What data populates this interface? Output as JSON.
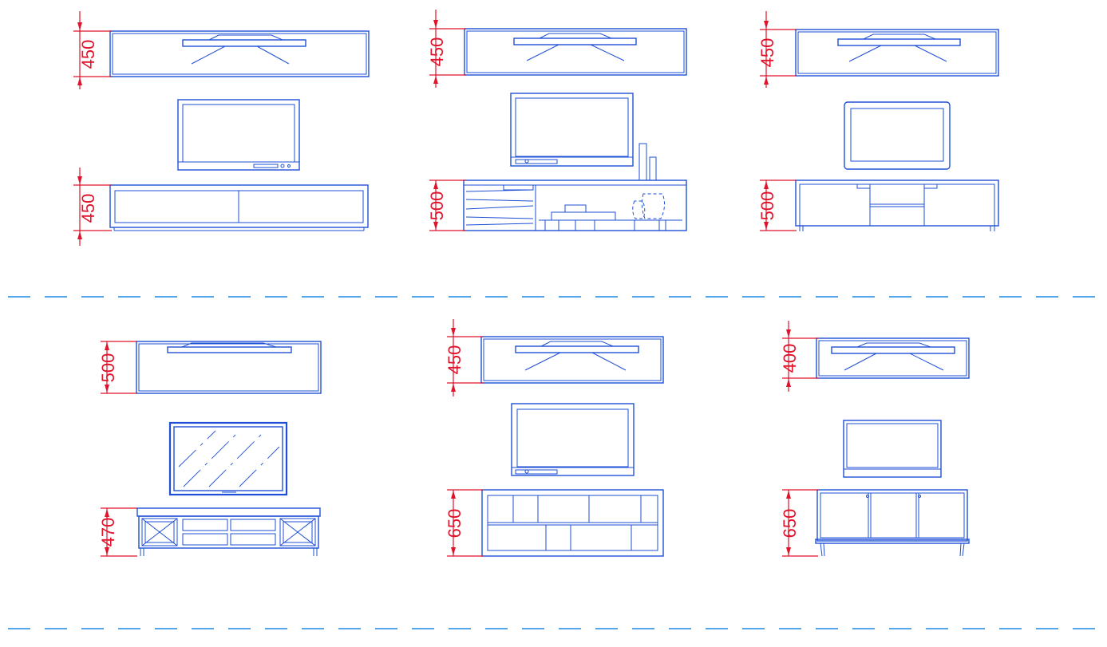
{
  "dimensions": {
    "r1c1_top": "450",
    "r1c1_bottom": "450",
    "r1c2_top": "450",
    "r1c2_bottom": "500",
    "r1c3_top": "450",
    "r1c3_bottom": "500",
    "r2c1_top": "500",
    "r2c1_bottom": "470",
    "r2c2_top": "450",
    "r2c2_bottom": "650",
    "r2c3_top": "400",
    "r2c3_bottom": "650"
  },
  "colors": {
    "linework": "#1e4fd6",
    "dimension": "#e0132b",
    "separator": "#1e88e5"
  }
}
